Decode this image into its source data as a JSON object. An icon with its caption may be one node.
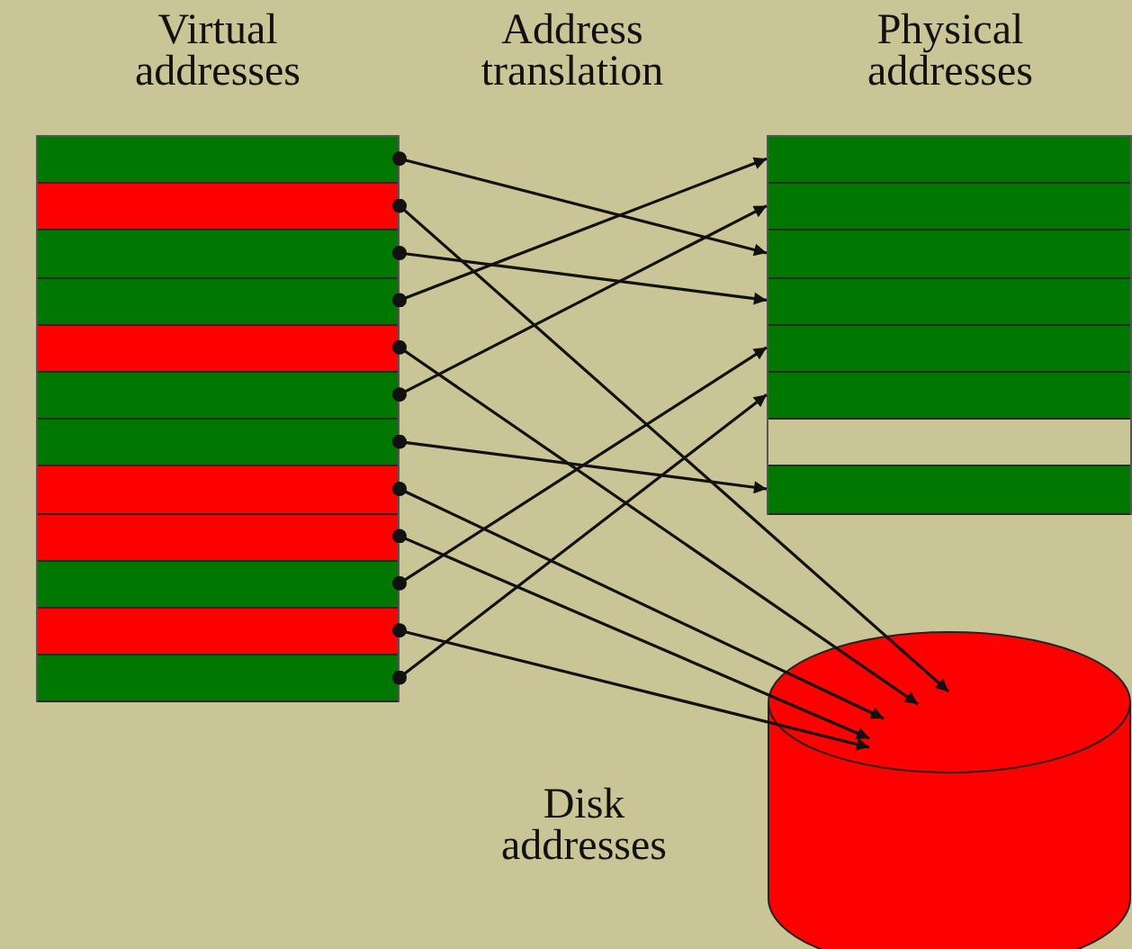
{
  "diagram": {
    "nodes": [
      {
        "text": [
          "Virtual addresses"
        ]
      },
      {
        "text": [],
        "shape": "bar",
        "in": 0
      },
      {
        "text": [],
        "shape": "bar",
        "in": 0
      },
      {
        "text": [],
        "shape": "bar",
        "in": 0
      },
      {
        "text": [],
        "shape": "bar",
        "in": 0
      },
      {
        "text": [],
        "shape": "bar",
        "in": 0
      },
      {
        "text": [],
        "shape": "bar",
        "in": 0
      },
      {
        "text": [],
        "shape": "bar",
        "in": 0
      },
      {
        "text": [],
        "shape": "bar",
        "in": 0
      },
      {
        "text": [],
        "shape": "bar",
        "in": 0
      },
      {
        "text": [],
        "shape": "bar",
        "in": 0
      },
      {
        "text": [],
        "shape": "bar",
        "in": 0
      },
      {
        "text": [],
        "shape": "bar",
        "in": 0
      },
      {
        "text": [
          "Physical addresses"
        ]
      },
      {
        "text": [],
        "shape": "bar",
        "in": 13
      },
      {
        "text": [],
        "shape": "bar",
        "in": 13
      },
      {
        "text": [],
        "shape": "bar",
        "in": 13
      },
      {
        "text": [],
        "shape": "bar",
        "in": 13
      },
      {
        "text": [],
        "shape": "bar",
        "in": 13
      },
      {
        "text": [],
        "shape": "bar",
        "in": 13
      },
      {
        "text": [],
        "shape": "bar",
        "in": 13
      },
      {
        "text": [],
        "shape": "bar",
        "in": 13
      },
      {
        "text": [
          "Disk addresses"
        ]
      }
    ],
    "edges": [
      {
        "from": 1,
        "to": 16,
        "arrow": "to"
      },
      {
        "from": 2,
        "to": 22,
        "arrow": "to"
      },
      {
        "from": 3,
        "to": 17,
        "arrow": "to"
      },
      {
        "from": 4,
        "to": 14,
        "arrow": "to"
      },
      {
        "from": 5,
        "to": 22,
        "arrow": "to"
      },
      {
        "from": 6,
        "to": 15,
        "arrow": "to"
      },
      {
        "from": 7,
        "to": 21,
        "arrow": "to"
      },
      {
        "from": 8,
        "to": 22,
        "arrow": "to"
      },
      {
        "from": 9,
        "to": 22,
        "arrow": "to"
      },
      {
        "from": 10,
        "to": 18,
        "arrow": "to"
      },
      {
        "from": 11,
        "to": 22,
        "arrow": "to"
      },
      {
        "from": 12,
        "to": 19,
        "arrow": "to"
      }
    ],
    "labels": [
      "Address translation"
    ]
  }
}
